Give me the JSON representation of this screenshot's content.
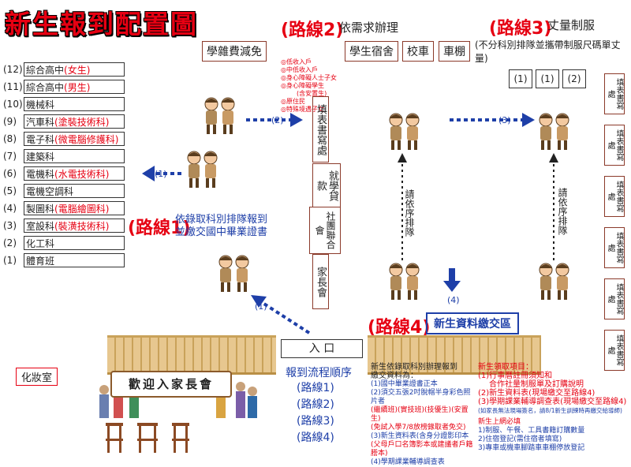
{
  "title": "新生報到配置圖",
  "departments": [
    {
      "num": "(12)",
      "name": "綜合高中",
      "sub": "(女生)"
    },
    {
      "num": "(11)",
      "name": "綜合高中",
      "sub": "(男生)"
    },
    {
      "num": "(10)",
      "name": "機械科",
      "sub": ""
    },
    {
      "num": "(9)",
      "name": "汽車科",
      "sub": "(塗裝技術科)"
    },
    {
      "num": "(8)",
      "name": "電子科",
      "sub": "(微電腦修護科)"
    },
    {
      "num": "(7)",
      "name": "建築科",
      "sub": ""
    },
    {
      "num": "(6)",
      "name": "電機科",
      "sub": "(水電技術科)"
    },
    {
      "num": "(5)",
      "name": "電機空調科",
      "sub": ""
    },
    {
      "num": "(4)",
      "name": "製圖科",
      "sub": "(電腦繪圖科)"
    },
    {
      "num": "(3)",
      "name": "室設科",
      "sub": "(裝潢技術科)"
    },
    {
      "num": "(2)",
      "name": "化工科",
      "sub": ""
    },
    {
      "num": "(1)",
      "name": "體育班",
      "sub": ""
    }
  ],
  "route1": {
    "label": "(路線1)",
    "desc_line1": "依錄取科別排隊報到",
    "desc_line2": "並繳交國中畢業證書",
    "arrow_left": "(1)",
    "arrow_entry": "(1)"
  },
  "route2": {
    "label": "(路線2)",
    "desc": "依需求辦理",
    "fee_box": "學雜費減免",
    "dorm_box": "學生宿舍",
    "bus_box": "校車",
    "car_box": "車棚",
    "arrow": "(2)",
    "eligibility": [
      "◎低收入戶",
      "◎中低收入戶",
      "◎身心障礙人士子女",
      "◎身心障礙學生",
      "(含安置生)",
      "◎原住民",
      "◎特殊境遇子女"
    ],
    "counters": [
      "填表書寫處",
      "就學貸款",
      "社團聯合會",
      "家長會"
    ]
  },
  "route3": {
    "label": "(路線3)",
    "desc": "丈量制服",
    "note": "(不分科別排隊並攜帶制服尺碼單丈量)",
    "stations": [
      "(1)",
      "(1)",
      "(2)"
    ],
    "arrow": "(3)",
    "queue_text": "請依序排隊",
    "writing_desks": [
      "填表書寫處",
      "填表書寫處",
      "填表書寫處",
      "填表書寫處",
      "填表書寫處",
      "填表書寫處"
    ]
  },
  "route4": {
    "label": "(路線4)",
    "area": "新生資料繳交區",
    "arrow": "(4)",
    "queue_text": "請依序排隊"
  },
  "entrance": "入 口",
  "makeup": "化妝室",
  "welcome_sign": "歡迎入家長會",
  "process": {
    "title": "報到流程順序",
    "steps": [
      "(路線1)",
      "(路線2)",
      "(路線3)",
      "(路線4)"
    ]
  },
  "submit_notes": {
    "header1": "新生依錄取科別辦理報到",
    "header2": "繳交資料為：",
    "items": [
      "(1)國中畢業證書正本",
      "(2)須交五張2吋脫帽半身彩色照片者",
      "(繼續班)(實技班)(技優生)(安置生)",
      "(免試入學7/8放榜錄取者免交)",
      "(3)新生資料表(含身分證影印本",
      "(父母戶口名簿影本或建議者戶籍謄本)",
      "(4)學期課業輔導調查表"
    ]
  },
  "receive_notes": {
    "title": "新生領取項目：",
    "items": [
      "(1)行事曆註冊須知和",
      "合作社量制服單及訂購說明",
      "(2)新生資料表(現場繳交至路線4)",
      "(3)學期課業輔導調查表(現場繳交至路線4)",
      "(如家長無法現場簽名，請8/1新生訓練時再繳交給導師)"
    ],
    "online_title": "新生上網必填",
    "online_items": [
      "1)制服、午餐、工具書籍訂購數量",
      "2)住宿登記(需住宿者填寫)",
      "3)專車或機車腳踏車車棚停放登記"
    ]
  },
  "colors": {
    "accent": "#e60012",
    "blue": "#1e3fa8",
    "brown": "#8b3a2a"
  }
}
